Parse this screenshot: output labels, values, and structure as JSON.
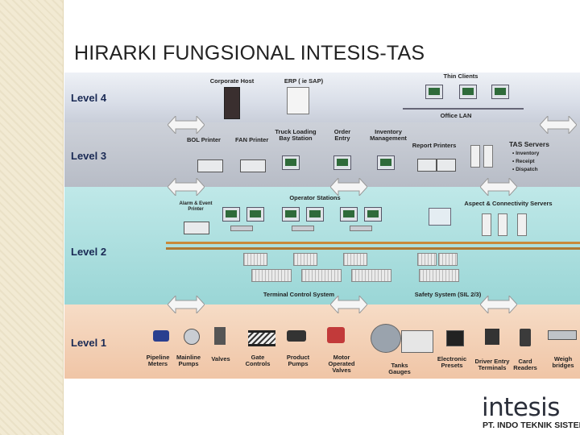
{
  "slide": {
    "title": "HIRARKI FUNGSIONAL INTESIS-TAS"
  },
  "levels": {
    "level4": "Level 4",
    "level3": "Level 3",
    "level2": "Level 2",
    "level1": "Level 1"
  },
  "level4_labels": {
    "corporate_host": "Corporate Host",
    "erp": "ERP ( ie SAP)",
    "thin_clients": "Thin Clients",
    "office_lan": "Office LAN"
  },
  "level3_labels": {
    "bol_printer": "BOL Printer",
    "fan_printer": "FAN Printer",
    "truck_loading": "Truck Loading Bay Station",
    "order_entry": "Order Entry",
    "inventory_mgmt": "Inventory Management",
    "report_printers": "Report Printers",
    "tas_servers": "TAS Servers",
    "tas_items": [
      "Inventory",
      "Receipt",
      "Dispatch"
    ]
  },
  "level2_labels": {
    "alarm_printer": "Alarm & Event Printer",
    "operator_stations": "Operator Stations",
    "aspect_servers": "Aspect & Connectivity Servers",
    "terminal_control": "Terminal Control System",
    "safety_system": "Safety System (SIL 2/3)"
  },
  "level1_labels": [
    "Pipeline Meters",
    "Mainline Pumps",
    "Valves",
    "Gate Controls",
    "Product Pumps",
    "Motor Operated Valves",
    "Tanks Gauges",
    "Electronic Presets",
    "Driver Entry Terminals",
    "Card Readers",
    "Weigh bridges"
  ],
  "logo": {
    "brand": "intesis",
    "company": "PT. INDO TEKNIK SISTEM"
  },
  "colors": {
    "level4_band": "#dde1ea",
    "level3_band": "#bcc1cb",
    "level2_band": "#a8dcdc",
    "level1_band": "#f2cdb0",
    "sidebar": "#f2ead3"
  }
}
